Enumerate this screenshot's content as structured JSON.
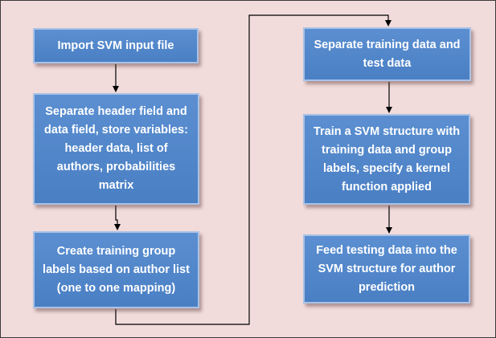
{
  "colors": {
    "background": "#f2dcdb",
    "box_fill": "#4f81bd",
    "box_border": "#a9c2e6",
    "box_text": "#ffffff",
    "connector": "#000000"
  },
  "steps": [
    {
      "text": "Import SVM input file"
    },
    {
      "text": "Separate header field and data field, store variables: header data, list of authors, probabilities matrix"
    },
    {
      "text": "Create training group labels based on author list (one to one mapping)"
    },
    {
      "text": "Separate training data and test data"
    },
    {
      "text": "Train a SVM structure with training data and group labels, specify a kernel function applied"
    },
    {
      "text": "Feed testing data into the SVM structure for author prediction"
    }
  ]
}
